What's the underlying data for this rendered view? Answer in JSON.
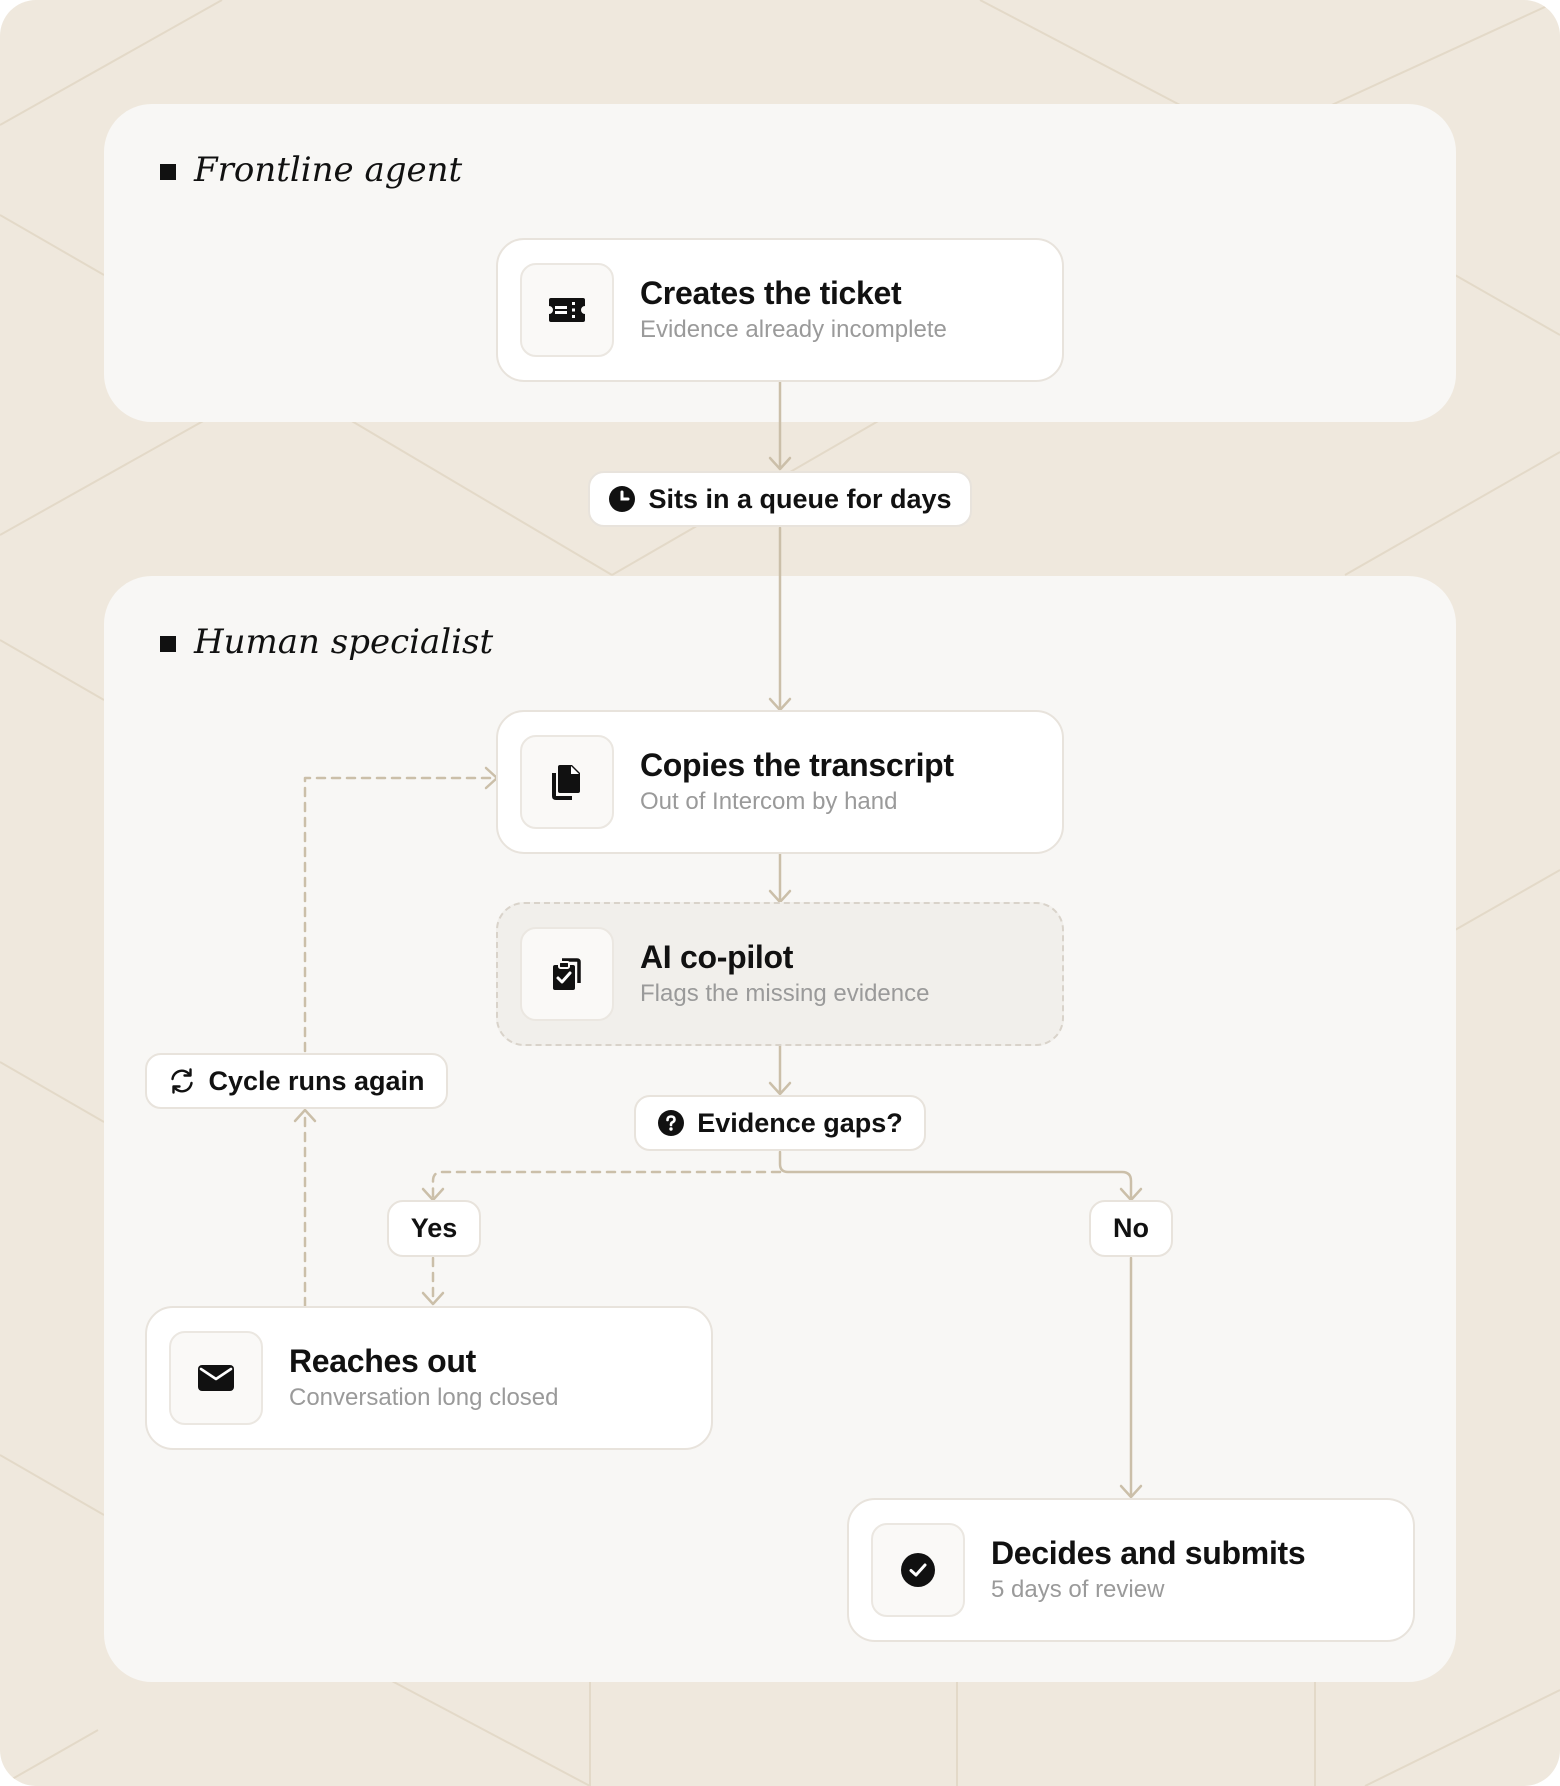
{
  "colors": {
    "background": "#efe8dd",
    "lane": "#f8f7f5",
    "connector": "#cbbfa9",
    "text": "#111111",
    "muted": "#9a9a9a"
  },
  "lanes": [
    {
      "id": "frontline",
      "label": "Frontline agent"
    },
    {
      "id": "specialist",
      "label": "Human specialist"
    }
  ],
  "steps": {
    "create_ticket": {
      "title": "Creates the ticket",
      "subtitle": "Evidence already incomplete",
      "icon": "ticket-icon"
    },
    "copy_transcript": {
      "title": "Copies the transcript",
      "subtitle": "Out of Intercom by hand",
      "icon": "copy-icon"
    },
    "ai_copilot": {
      "title": "AI co-pilot",
      "subtitle": "Flags the missing evidence",
      "icon": "clipboard-check-icon"
    },
    "reach_out": {
      "title": "Reaches out",
      "subtitle": "Conversation long closed",
      "icon": "envelope-icon"
    },
    "decide_submit": {
      "title": "Decides and submits",
      "subtitle": "5 days of review",
      "icon": "check-circle-icon"
    }
  },
  "labels": {
    "queue": {
      "text": "Sits in a queue for days",
      "icon": "clock-icon"
    },
    "decision": {
      "text": "Evidence gaps?",
      "icon": "question-circle-icon"
    },
    "yes": "Yes",
    "no": "No",
    "cycle": {
      "text": "Cycle runs again",
      "icon": "refresh-icon"
    }
  }
}
